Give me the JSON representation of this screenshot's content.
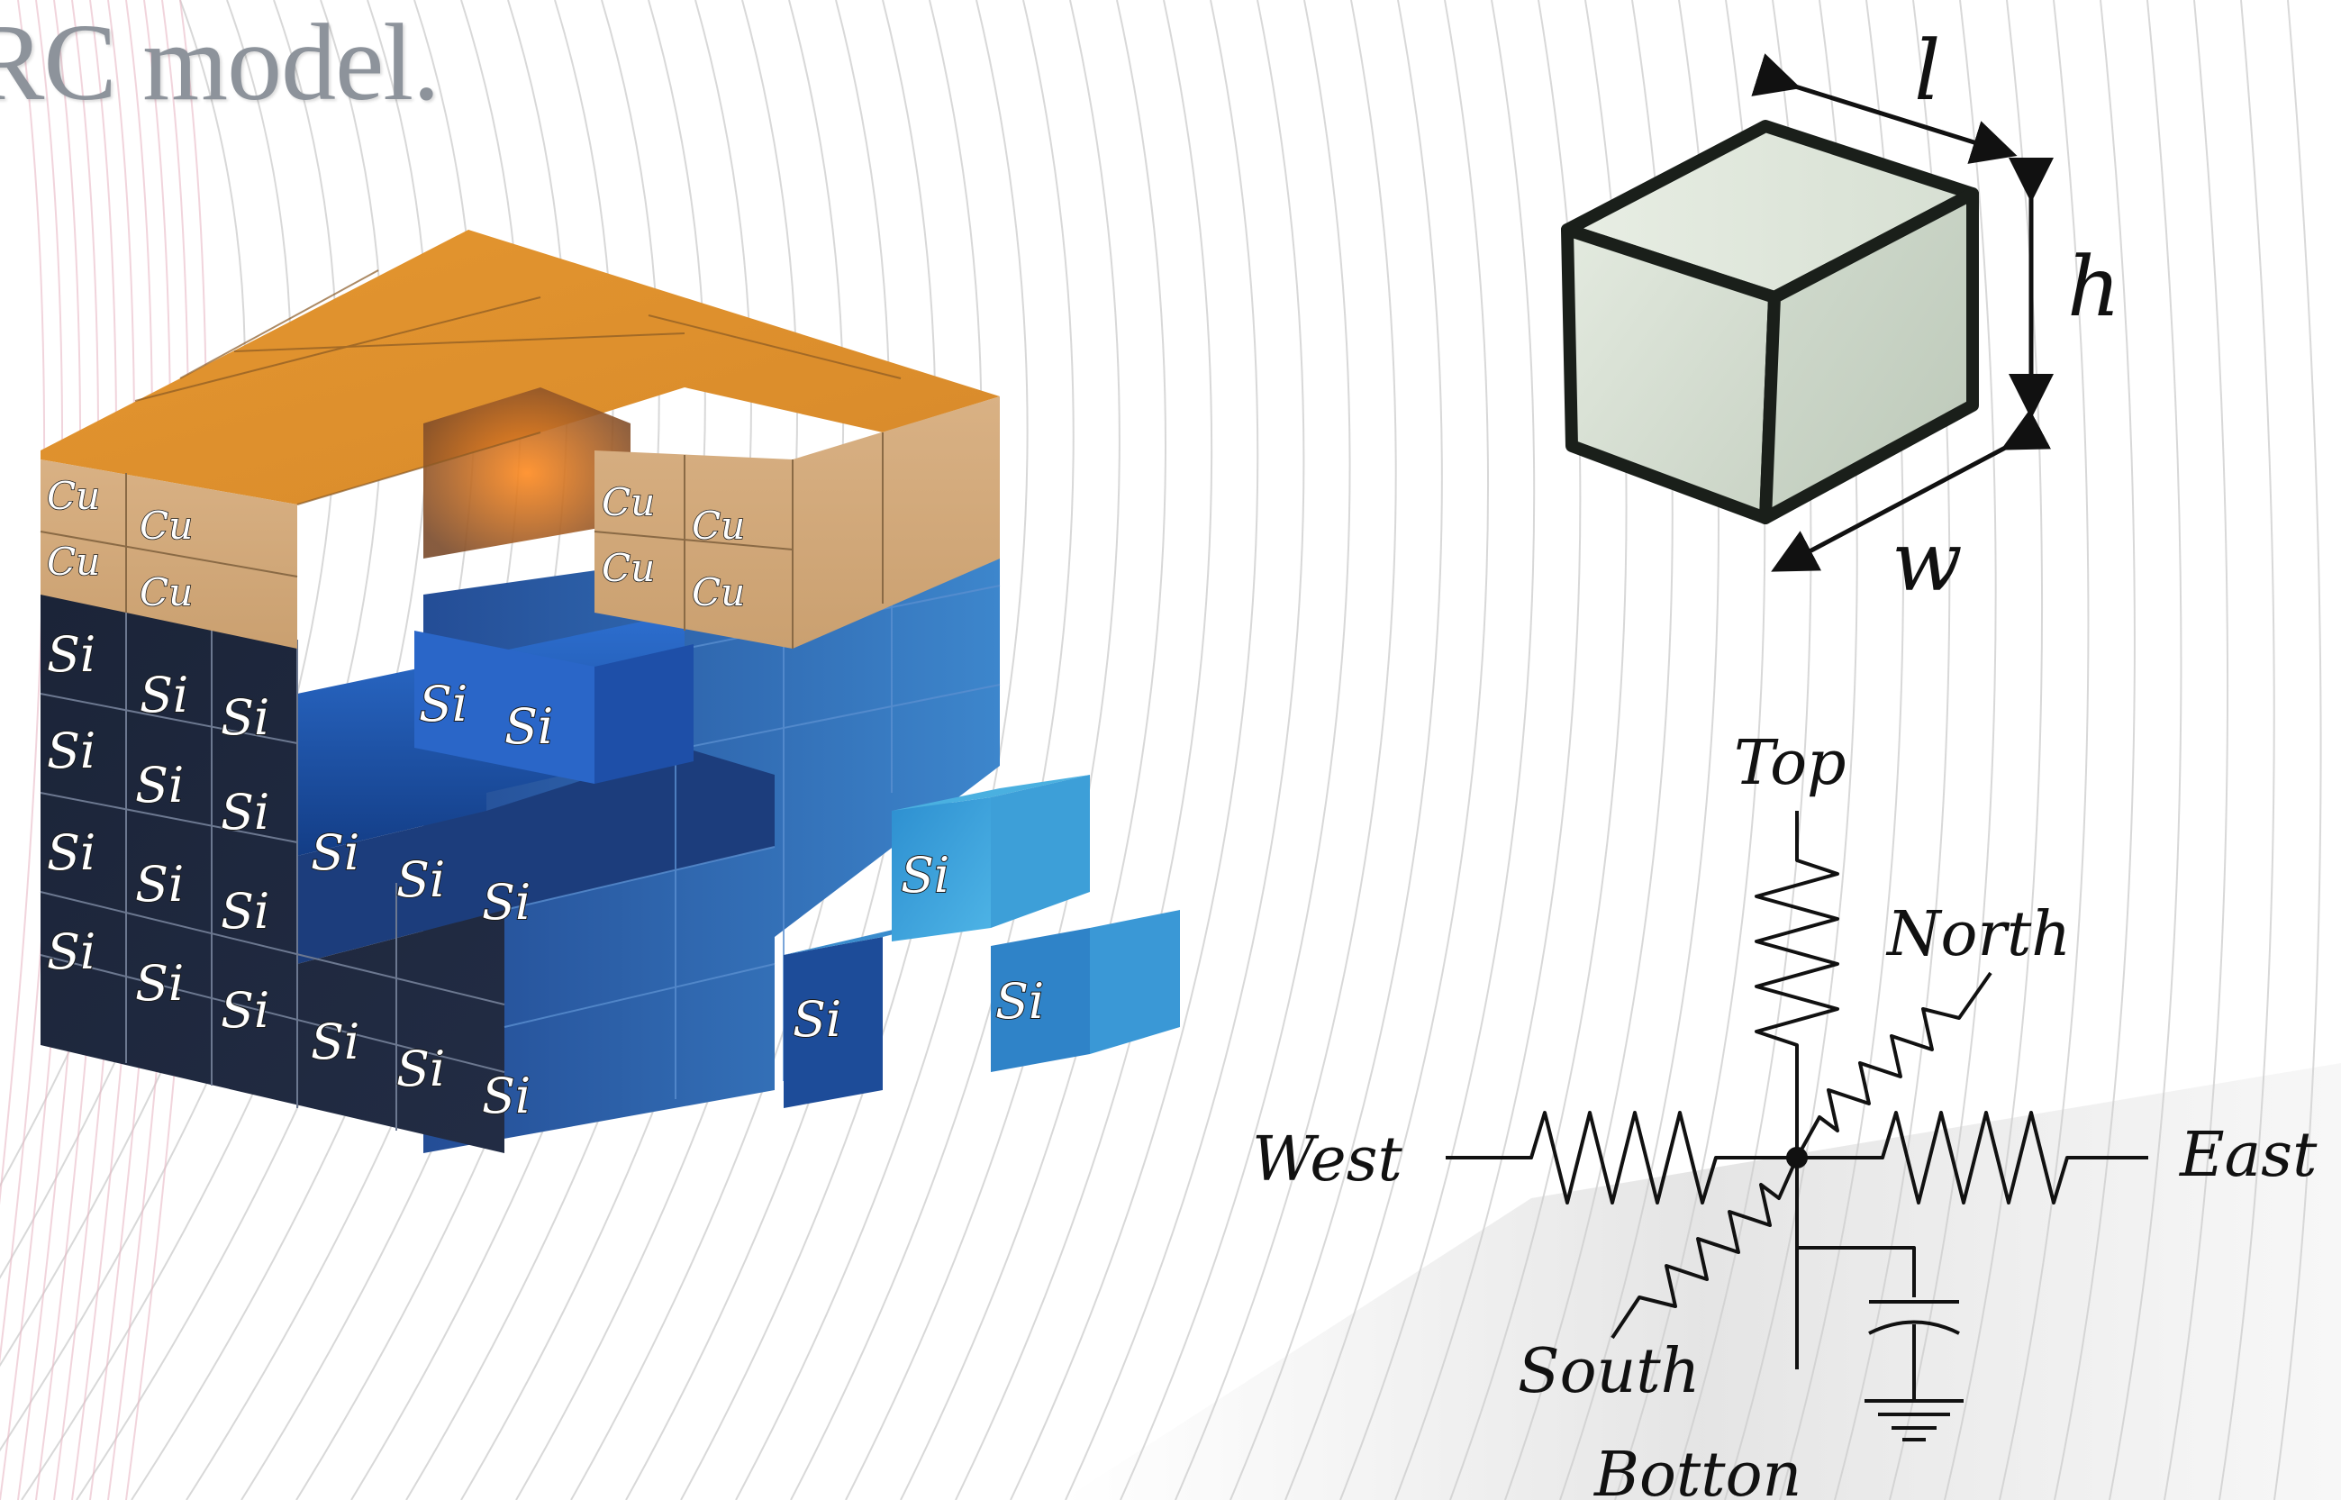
{
  "slide": {
    "title": "RC model."
  },
  "colors": {
    "copper_top": "#e08e2b",
    "copper_side": "#d9b184",
    "silicon_dark": "#1a2438",
    "silicon_mid": "#2b63b8",
    "silicon_light": "#3fa0d8",
    "cube_face": "#dde6da",
    "ink": "#111111"
  },
  "stack": {
    "copper_labels": [
      "Cu",
      "Cu",
      "Cu",
      "Cu",
      "Cu",
      "Cu",
      "Cu",
      "Cu"
    ],
    "silicon_front_labels": [
      "Si",
      "Si",
      "Si",
      "Si",
      "Si",
      "Si",
      "Si",
      "Si",
      "Si",
      "Si",
      "Si",
      "Si",
      "Si",
      "Si",
      "Si",
      "Si",
      "Si",
      "Si"
    ],
    "silicon_inner_labels": [
      "Si",
      "Si"
    ],
    "silicon_step_labels": [
      "Si",
      "Si",
      "Si"
    ]
  },
  "cube": {
    "length_label": "l",
    "height_label": "h",
    "width_label": "w"
  },
  "circuit": {
    "top_label": "Top",
    "north_label": "North",
    "west_label": "West",
    "east_label": "East",
    "south_label": "South",
    "bottom_label": "Botton"
  }
}
